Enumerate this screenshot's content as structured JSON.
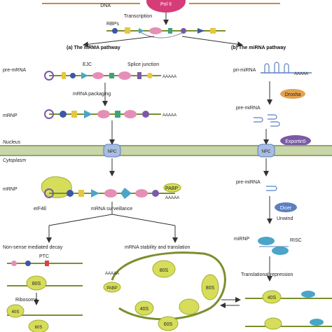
{
  "top": {
    "dna_label": "DNA",
    "pol_label": "Pol II",
    "transcription": "Transcription",
    "rbps": "RBPs"
  },
  "left": {
    "heading": "(a) The mRMA pathway",
    "pre_mrna": "pre-mRNA",
    "ejc": "EJC",
    "splice": "Splice junction",
    "polyA": "AAAAA",
    "packaging": "mRNA packaging",
    "mrnp": "mRNP",
    "cyto_mrnp": "mRNP",
    "eif4e": "eIF4E",
    "pabp": "PABP",
    "surveillance": "mRNA surveillance",
    "nmd": "Non-sense mediated decay",
    "stability": "mRNA stability and translation",
    "ptc": "PTC",
    "s80": "80S",
    "ribosome": "Ribosome",
    "s40": "40S",
    "s60": "60S"
  },
  "right": {
    "heading": "(b) The miRNA pathway",
    "pri_mirna": "pri-miRNA",
    "polyA": "AAAAA",
    "drosha": "Drosha",
    "pre_mirna": "pre-miRNA",
    "exportin": "Exportin5",
    "cyto_pre_mirna": "pre-miRNA",
    "dicer": "Dicer",
    "unwind": "Unwind",
    "mirnp": "miRNP",
    "risc": "RISC",
    "repression": "Translational repression",
    "s40": "40S"
  },
  "membrane": {
    "nucleus": "Nucleus",
    "cytoplasm": "Cytoplasm",
    "npc": "NPC"
  },
  "colors": {
    "rna_green": "#7a8f2e",
    "membrane": "#8fa66a",
    "ribosome": "#d6dd5a",
    "drosha": "#e3a24f",
    "exportin": "#7a5aa6",
    "dicer": "#5b7fc2",
    "pol": "#d63d78"
  }
}
